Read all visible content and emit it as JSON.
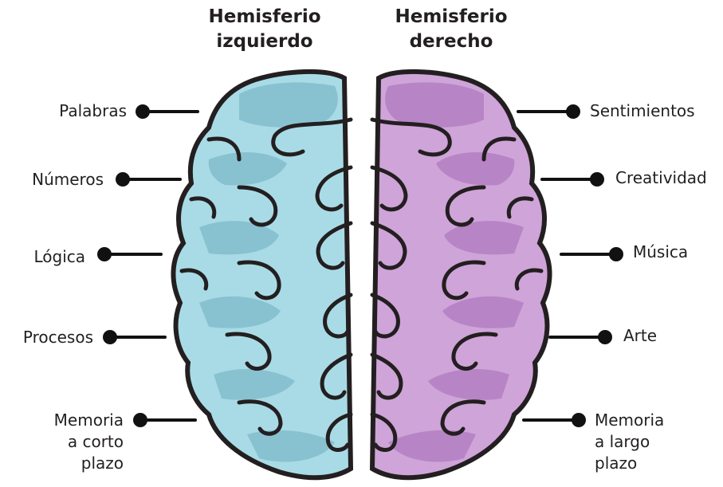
{
  "headings": {
    "left": "Hemisferio\nizquierdo",
    "right": "Hemisferio\nderecho"
  },
  "left_labels": [
    "Palabras",
    "Números",
    "Lógica",
    "Procesos",
    "Memoria\na corto\nplazo"
  ],
  "right_labels": [
    "Sentimientos",
    "Creatividad",
    "Música",
    "Arte",
    "Memoria\na largo\nplazo"
  ],
  "colors": {
    "left_fill": "#a9dbe6",
    "left_shade": "#7fbccc",
    "left_dark": "#5a93a8",
    "right_fill": "#cfa4d9",
    "right_shade": "#b07cbf",
    "right_dark": "#8a5a9c",
    "outline": "#231f20"
  }
}
